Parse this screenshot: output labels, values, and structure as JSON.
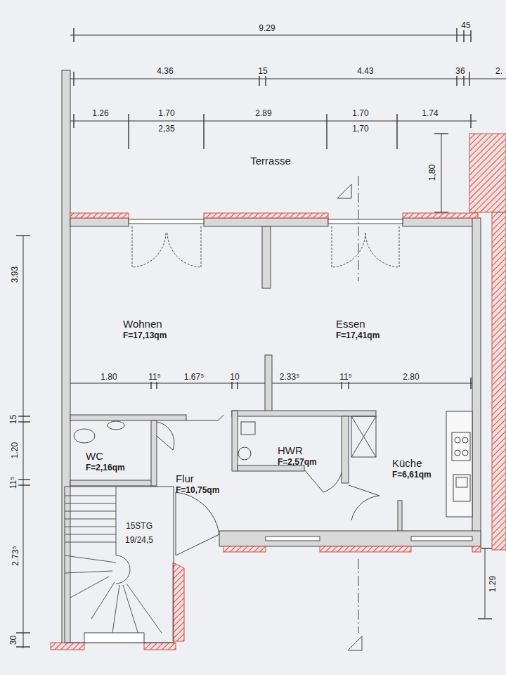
{
  "diagram": {
    "nodes": [
      {
        "text": [
          "Wohnen",
          "F=17,13qm"
        ]
      },
      {
        "text": [
          "Essen",
          "F=17,41qm"
        ]
      },
      {
        "text": [
          "WC",
          "F=2,16qm"
        ]
      },
      {
        "text": [
          "HWR",
          "F=2,57qm"
        ]
      },
      {
        "text": [
          "Flur",
          "F=10,75qm"
        ]
      },
      {
        "text": [
          "Küche",
          "F=6,61qm"
        ]
      }
    ],
    "labels": [
      "9.29",
      "45",
      "4.36",
      "15",
      "4.43",
      "36",
      "2.",
      "1.26",
      "1.70",
      "2.89",
      "1.70",
      "1.74",
      "2,35",
      "1,70",
      "1,80",
      "Terrasse",
      "3.93",
      "15",
      "1.20",
      "11⁵",
      "2.73⁵",
      "30",
      "1.80",
      "11⁵",
      "1.67⁵",
      "10",
      "2.33⁵",
      "11⁵",
      "2.80",
      "1.29",
      "15STG",
      "19/24,5"
    ]
  }
}
